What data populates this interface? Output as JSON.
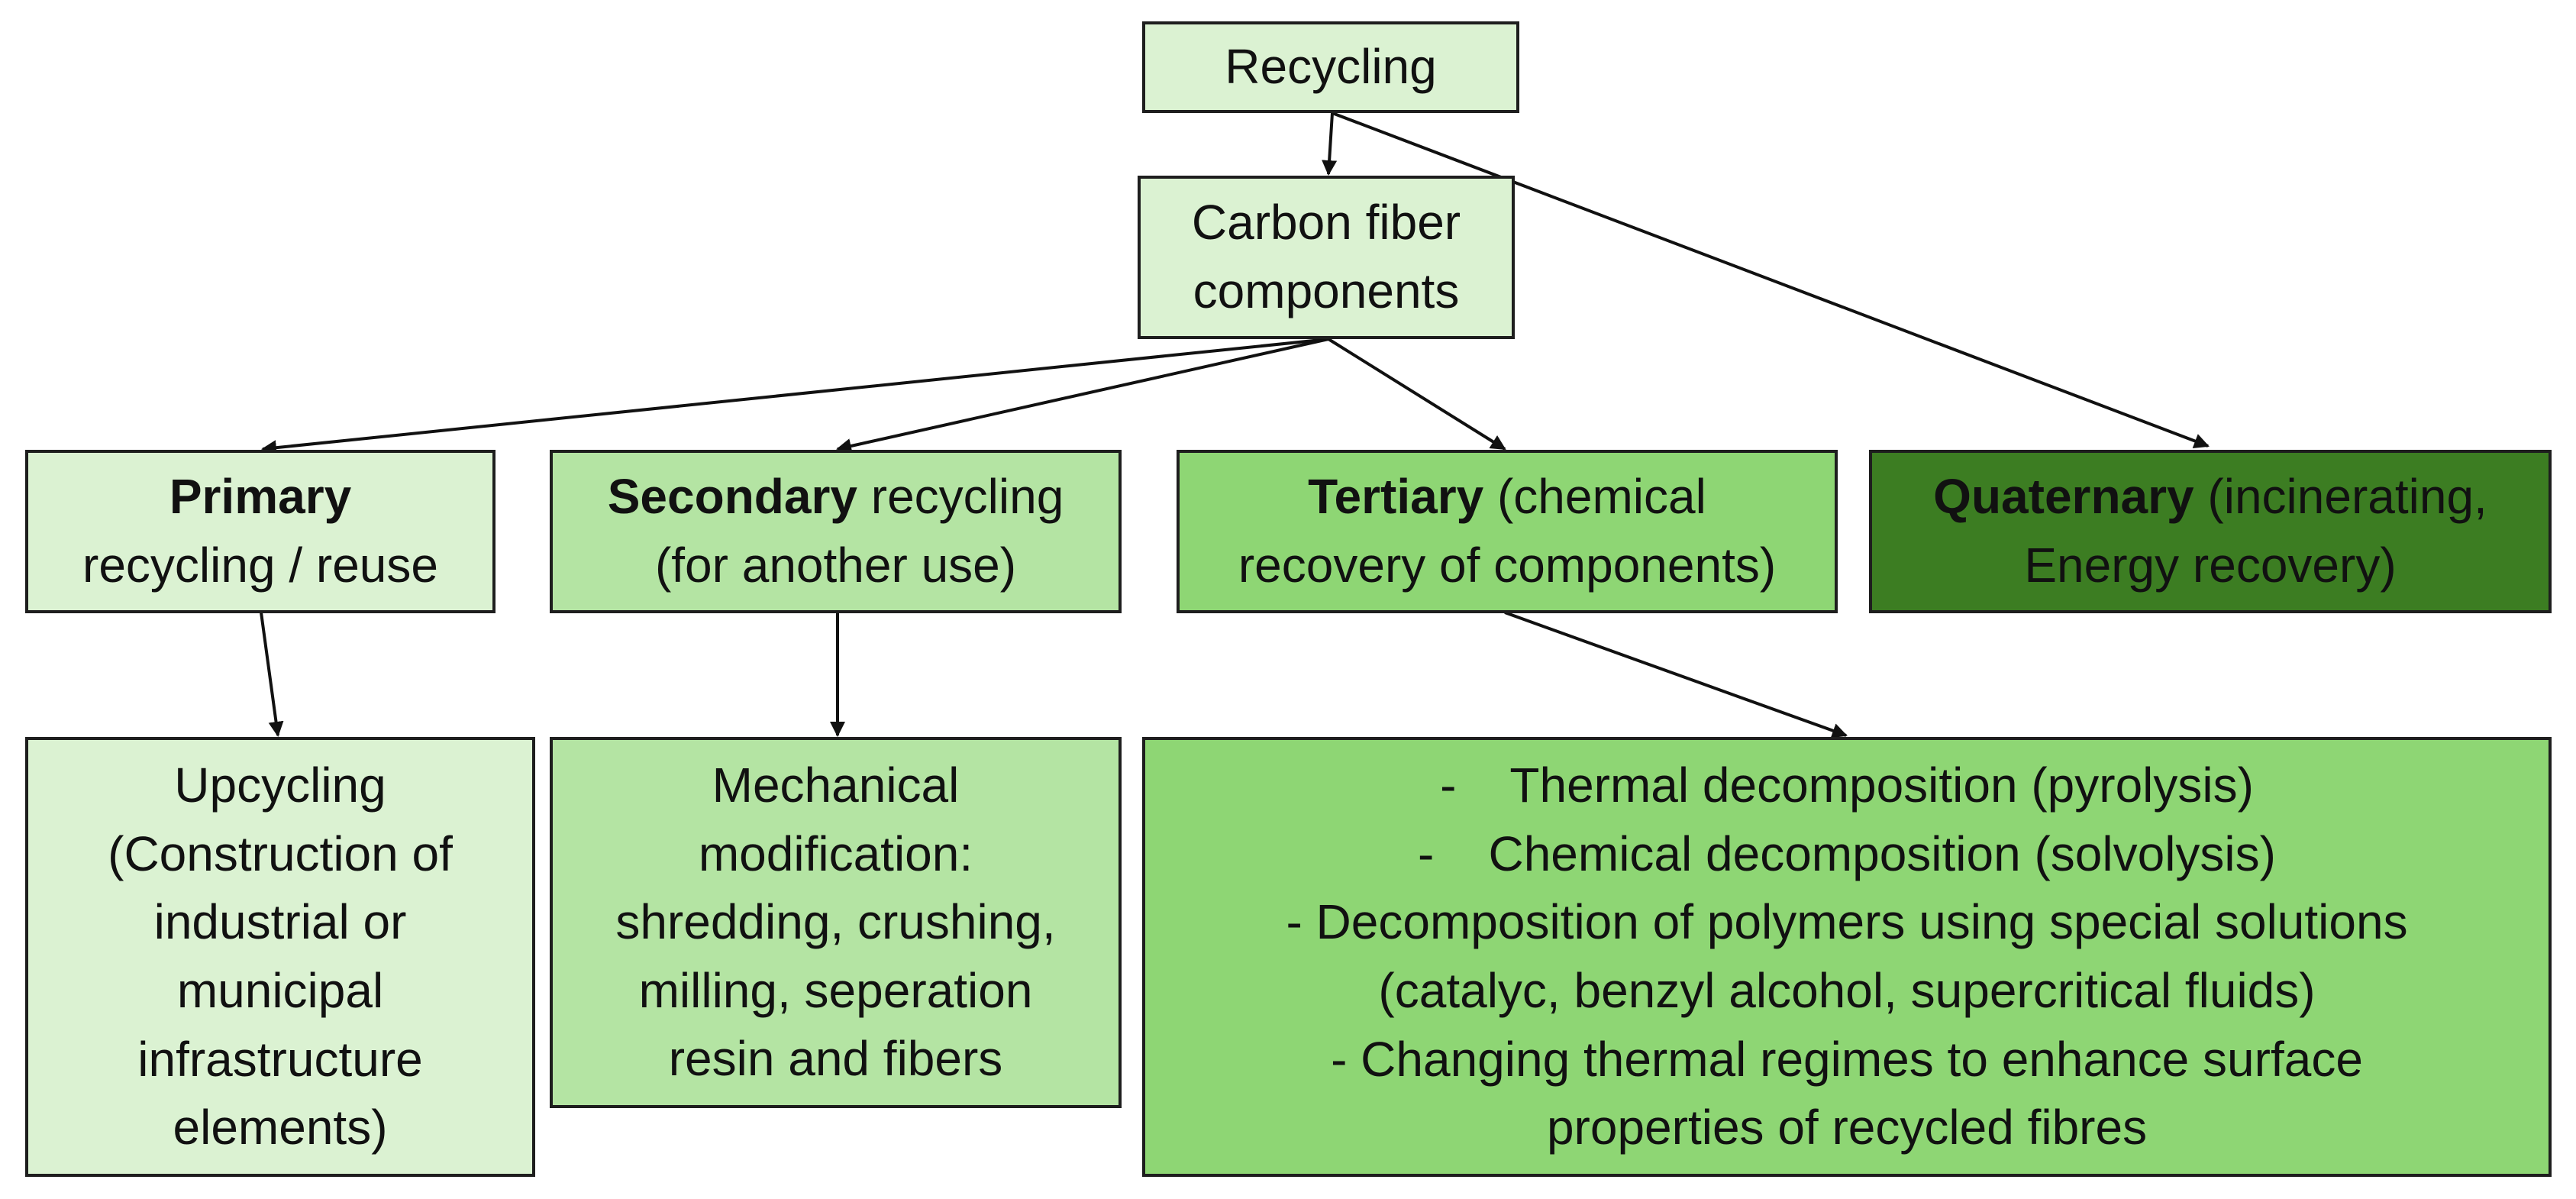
{
  "diagram": {
    "root": {
      "label": "Recycling"
    },
    "components": {
      "line1": "Carbon fiber",
      "line2": "components"
    },
    "categories": {
      "primary": {
        "bold": "Primary",
        "rest": "",
        "line2": "recycling / reuse"
      },
      "secondary": {
        "bold": "Secondary",
        "rest": " recycling",
        "line2": "(for another use)"
      },
      "tertiary": {
        "bold": "Tertiary",
        "rest": " (chemical",
        "line2": "recovery of components)"
      },
      "quaternary": {
        "bold": "Quaternary",
        "rest": " (incinerating,",
        "line2": "Energy recovery)"
      }
    },
    "outcomes": {
      "upcycling": [
        "Upcycling",
        "(Construction of",
        "industrial or",
        "municipal",
        "infrastructure",
        "elements)"
      ],
      "mechanical": [
        "Mechanical",
        "modification:",
        "shredding, crushing,",
        "milling, seperation",
        "resin and fibers"
      ],
      "chemical": [
        "-    Thermal decomposition (pyrolysis)",
        "-    Chemical decomposition (solvolysis)",
        "- Decomposition of polymers using special solutions",
        "(catalyc, benzyl alcohol, supercritical fluids)",
        "- Changing thermal regimes to enhance surface",
        "properties of recycled fibres"
      ]
    },
    "colors": {
      "level1": "#dbf2d2",
      "level2": "#b4e4a3",
      "level3": "#8ed674",
      "level4": "#3c7d22",
      "border": "#1e1e1e",
      "arrow": "#111111"
    }
  }
}
